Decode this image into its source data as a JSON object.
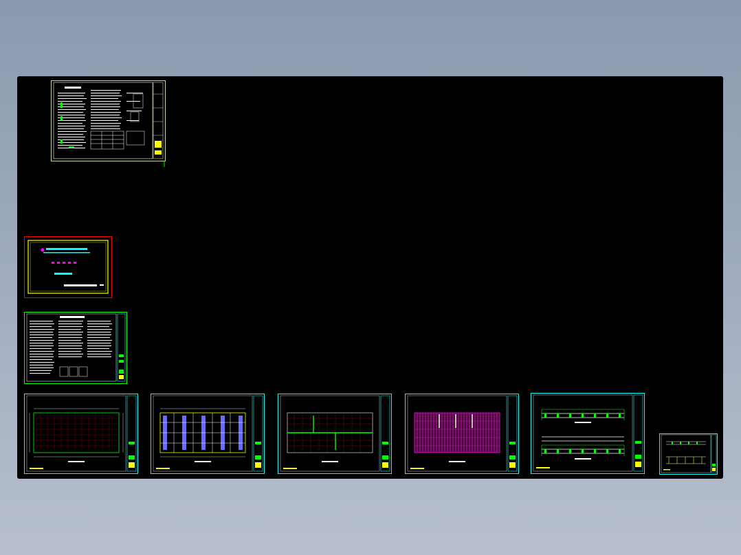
{
  "canvas": {
    "background": "#000000",
    "frame_colors": {
      "cyan": "#00ffff",
      "yellow": "#ffff00",
      "green": "#00ff00",
      "red": "#ff0000",
      "magenta": "#ff00ff",
      "white": "#ffffff"
    }
  },
  "sheets": [
    {
      "id": "drawing-list",
      "frame_color": "#d8d8a0"
    },
    {
      "id": "cover-sheet",
      "frame_color": "#ff0000"
    },
    {
      "id": "general-notes",
      "frame_color": "#00ff00"
    },
    {
      "id": "foundation-plan",
      "frame_color": "#00ffff"
    },
    {
      "id": "column-layout-plan",
      "frame_color": "#00ffff"
    },
    {
      "id": "roof-beam-plan",
      "frame_color": "#00ffff"
    },
    {
      "id": "roof-purlin-plan",
      "frame_color": "#00ffff"
    },
    {
      "id": "elevations",
      "frame_color": "#00ffff"
    },
    {
      "id": "detail-sheet",
      "frame_color": "#00ffff"
    }
  ]
}
